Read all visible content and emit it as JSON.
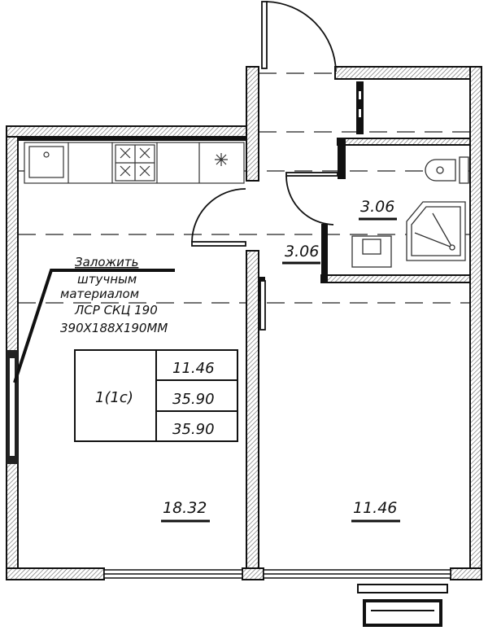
{
  "plan": {
    "note": {
      "line1": "Заложить",
      "line2": "штучным",
      "line3": "материалом",
      "line4": "ЛСР СКЦ 190",
      "line5": "390Х188Х190ММ"
    },
    "summary_table": {
      "apartment_type": "1(1с)",
      "living_area": "11.46",
      "total_area": "35.90",
      "total_area_2": "35.90"
    },
    "rooms": {
      "kitchen_area": "18.32",
      "bedroom_area": "11.46",
      "bathroom_area": "3.06",
      "hallway_area": "3.06"
    }
  }
}
